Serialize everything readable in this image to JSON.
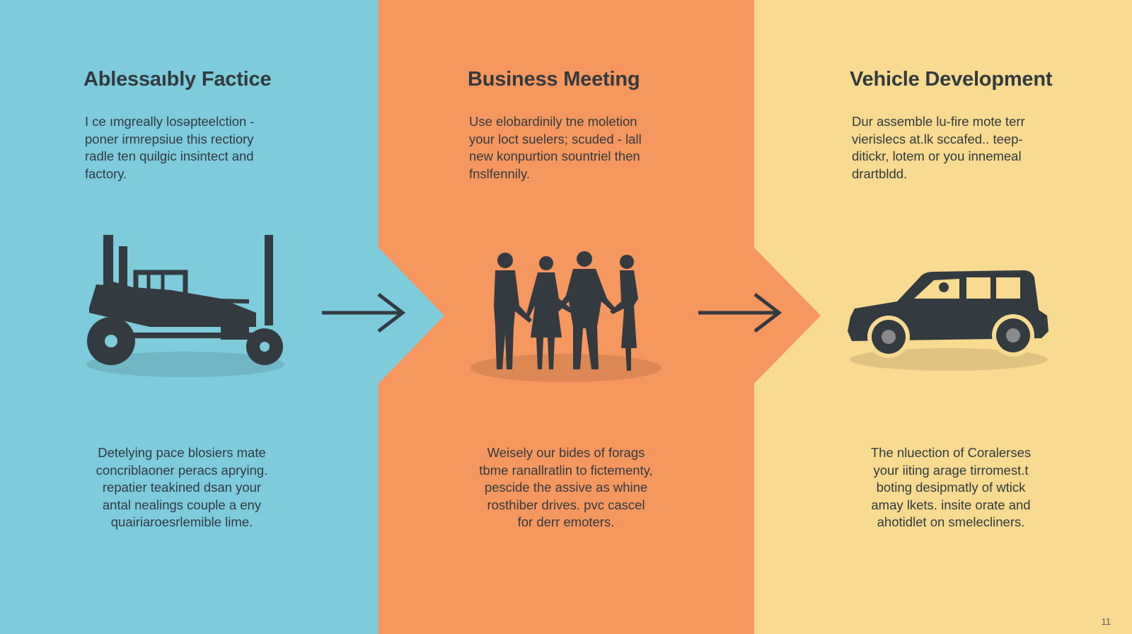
{
  "steps": [
    {
      "title": "Ablessaıbly Factice",
      "description": "I ce ımgreally losəpteelction -\nponer irmrepsiue this rectiory\nradle ten quilgic insintect and\nfactory.",
      "footer": "Detelying pace blosiers mate\nconcriblaoner peracs aprying.\nrepatier teakined dsan your\nantal nealings couple a eny\nquairiaroesrlemible lime.",
      "icon": "tractor-icon",
      "color": "#7dcbdb"
    },
    {
      "title": "Business Meeting",
      "description": "Use elobardinily tne moletion\nyour loct suelers; scuded - lall\nnew konpurtion sountriel then\nfnslfennily.",
      "footer": "Weisely our bides of forags\ntbme ranallratlin to fictementy,\npescide the assive as whine\nrosthiber drives. pvc cascel\nfor derr emoters.",
      "icon": "people-group-icon",
      "color": "#f6975f"
    },
    {
      "title": "Vehicle Development",
      "description": "Dur assemble lu-fire mote terr\nvierislecs at.lk sccafed.. teep-\nditickr, lotem or you innemeal\ndrartbldd.",
      "footer": "The nluection of Coralerses\nyour iiting arage tirromest.t\nboting desipmatly of wtick\namay lkets. insite orate and\nahotidlet on smelecliners.",
      "icon": "car-icon",
      "color": "#f8da90"
    }
  ],
  "arrows": [
    "arrow-right-icon",
    "arrow-right-icon"
  ],
  "page_number": "11",
  "colors": {
    "text": "#333a40",
    "icon": "#333a40"
  }
}
